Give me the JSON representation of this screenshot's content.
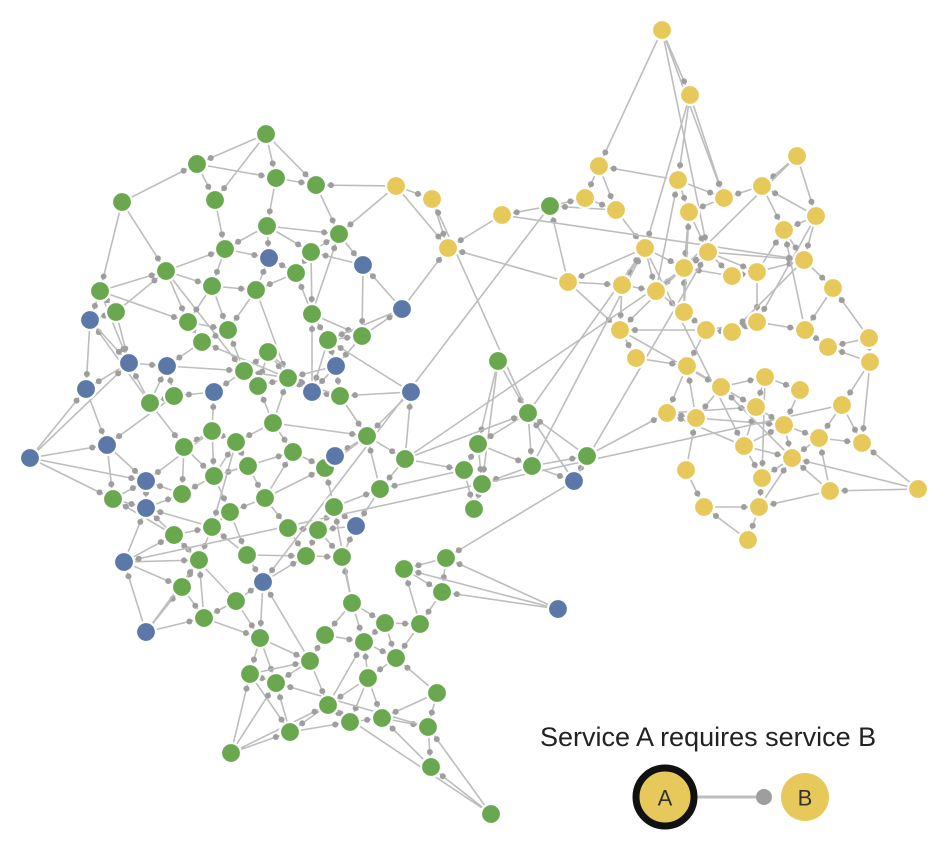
{
  "legend": {
    "title": "Service A requires service B",
    "node_a_label": "A",
    "node_b_label": "B"
  },
  "colors": {
    "green": "#6aa84f",
    "blue": "#5b78a8",
    "yellow": "#e6c95a",
    "edge": "#bdbdbd",
    "edge_end": "#9e9e9e",
    "legend_ring": "#111111"
  }
}
